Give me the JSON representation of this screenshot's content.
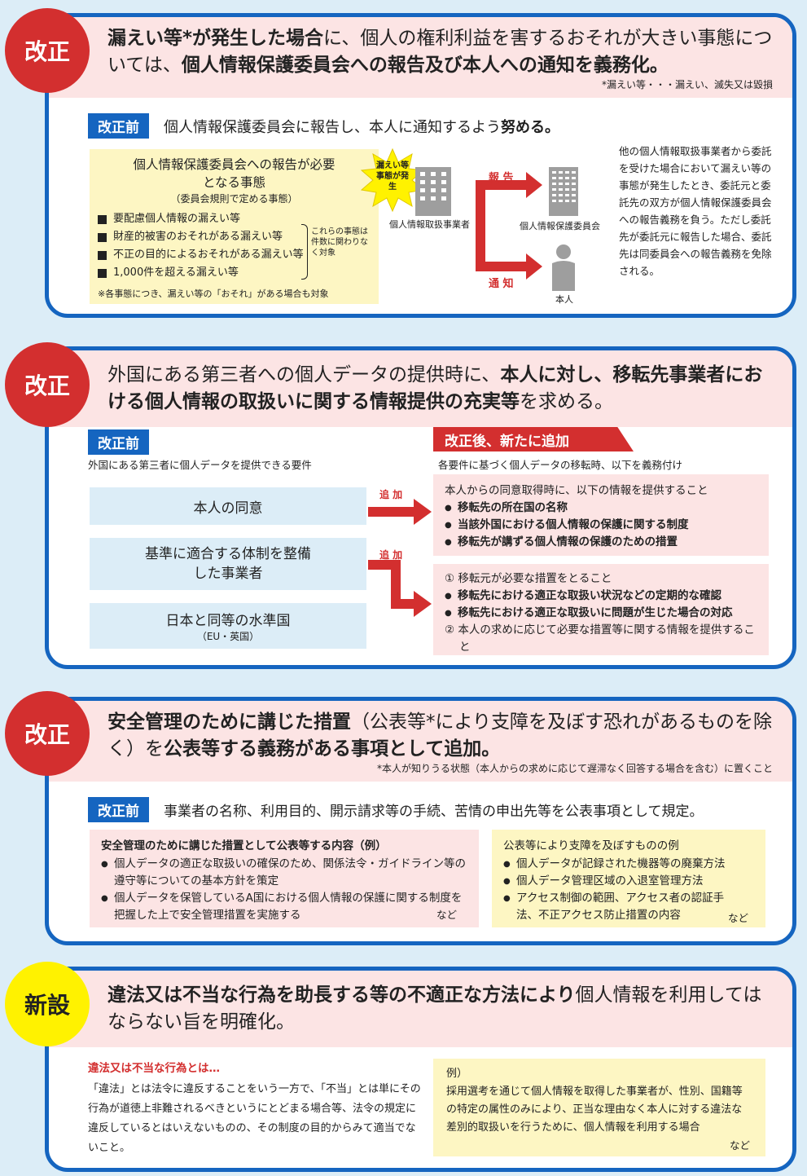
{
  "s1": {
    "badge": "改正",
    "title_bold1": "漏えい等*が発生した場合",
    "title_rest1": "に、個人の権利利益を害するおそれが大きい事態については、",
    "title_bold2": "個人情報保護委員会への報告及び本人への通知を義務化。",
    "note": "*漏えい等・・・漏えい、滅失又は毀損",
    "pre_tag": "改正前",
    "pre_text": "個人情報保護委員会に報告し、本人に通知するよう",
    "pre_text_bold": "努める。",
    "box_title": "個人情報保護委員会への報告が必要となる事態",
    "box_sub": "（委員会規則で定める事態）",
    "box_items": [
      "要配慮個人情報の漏えい等",
      "財産的被害のおそれがある漏えい等",
      "不正の目的によるおそれがある漏えい等",
      "1,000件を超える漏えい等"
    ],
    "bracket_note": "これらの事態は件数に関わりなく対象",
    "box_foot": "※各事態につき、漏えい等の「おそれ」がある場合も対象",
    "burst": "漏えい等事態が発生",
    "entity_label": "個人情報取扱事業者",
    "report_label": "報 告",
    "notify_label": "通 知",
    "commission_label": "個人情報保護委員会",
    "person_label": "本人",
    "side_text": "他の個人情報取扱事業者から委託を受けた場合において漏えい等の事態が発生したとき、委託元と委託先の双方が個人情報保護委員会への報告義務を負う。ただし委託先が委託元に報告した場合、委託先は同委員会への報告義務を免除される。"
  },
  "s2": {
    "badge": "改正",
    "title_rest1": "外国にある第三者への個人データの提供時に、",
    "title_bold1": "本人に対し、移転先事業者における個人情報の取扱いに関する情報提供の充実等",
    "title_rest2": "を求める。",
    "pre_tag": "改正前",
    "pre_sub": "外国にある第三者に個人データを提供できる要件",
    "req1": "本人の同意",
    "req2": "基準に適合する体制を整備した事業者",
    "req3": "日本と同等の水準国",
    "req3_sub": "（EU・英国）",
    "add_label": "追 加",
    "post_tag": "改正後、新たに追加",
    "post_sub": "各要件に基づく個人データの移転時、以下を義務付け",
    "box1_lead": "本人からの同意取得時に、以下の情報を提供すること",
    "box1_items": [
      "移転先の所在国の名称",
      "当該外国における個人情報の保護に関する制度",
      "移転先が講ずる個人情報の保護のための措置"
    ],
    "box2_n1": "① 移転元が必要な措置をとること",
    "box2_items": [
      "移転先における適正な取扱い状況などの定期的な確認",
      "移転先における適正な取扱いに問題が生じた場合の対応"
    ],
    "box2_n2": "② 本人の求めに応じて必要な措置等に関する情報を提供すること"
  },
  "s3": {
    "badge": "改正",
    "title_bold1": "安全管理のために講じた措置",
    "title_rest1": "（公表等*により支障を及ぼす恐れがあるものを除く）を",
    "title_bold2": "公表等する義務がある事項として追加。",
    "note": "*本人が知りうる状態（本人からの求めに応じて遅滞なく回答する場合を含む）に置くこと",
    "pre_tag": "改正前",
    "pre_text": "事業者の名称、利用目的、開示請求等の手続、苦情の申出先等を公表事項として規定。",
    "left_title": "安全管理のために講じた措置として公表等する内容（例）",
    "left_items": [
      "個人データの適正な取扱いの確保のため、関係法令・ガイドライン等の遵守等についての基本方針を策定",
      "個人データを保管しているA国における個人情報の保護に関する制度を把握した上で安全管理措置を実施する"
    ],
    "etc": "など",
    "right_title": "公表等により支障を及ぼすものの例",
    "right_items": [
      "個人データが記録された機器等の廃棄方法",
      "個人データ管理区域の入退室管理方法",
      "アクセス制御の範囲、アクセス者の認証手法、不正アクセス防止措置の内容"
    ]
  },
  "s4": {
    "badge": "新設",
    "title_bold1": "違法又は不当な行為を助長する等の不適正な方法により",
    "title_rest1": "個人情報を利用してはならない旨を明確化。",
    "left_title": "違法又は不当な行為とは…",
    "left_text": "「違法」とは法令に違反することをいう一方で、「不当」とは単にその行為が道徳上非難されるべきというにとどまる場合等、法令の規定に違反しているとはいえないものの、その制度の目的からみて適当でないこと。",
    "right_title": "例）",
    "right_text": "採用選考を通じて個人情報を取得した事業者が、性別、国籍等の特定の属性のみにより、正当な理由なく本人に対する違法な差別的取扱いを行うために、個人情報を利用する場合",
    "etc": "など"
  }
}
